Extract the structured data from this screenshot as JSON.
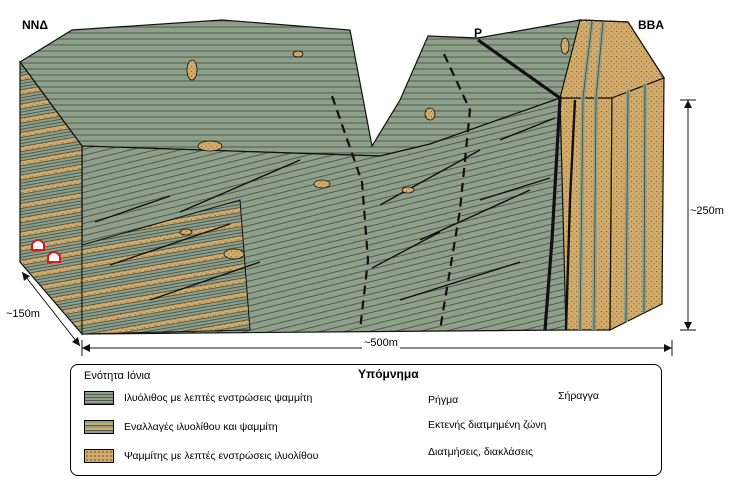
{
  "figure": {
    "corner_left": "ΝΝΔ",
    "corner_right": "ΒΒΑ",
    "fault_label": "P",
    "dim_height": "~250m",
    "dim_length": "~500m",
    "dim_depth": "~150m"
  },
  "legend": {
    "title": "Υπόμνημα",
    "unit_name": "Ενότητα Ιόνια",
    "items": [
      {
        "label": "Ιλυόλιθος με λεπτές ενστρώσεις ψαμμίτη"
      },
      {
        "label": "Εναλλαγές ιλυολίθου και ψαμμίτη"
      },
      {
        "label": "Ψαμμίτης με λεπτές ενστρώσεις ιλυολίθου"
      }
    ],
    "lines": [
      {
        "label": "Ρήγμα"
      },
      {
        "label": "Εκτενής διατμημένη ζώνη"
      },
      {
        "label": "Διατμήσεις, διακλάσεις"
      }
    ],
    "tunnel": "Σήραγγα"
  },
  "colors": {
    "mudstone": "#8ea08a",
    "mudstone_dark": "#4d5a4d",
    "sandstone": "#d2ab6a",
    "line": "#111111",
    "tunnel": "#d21c1c"
  }
}
